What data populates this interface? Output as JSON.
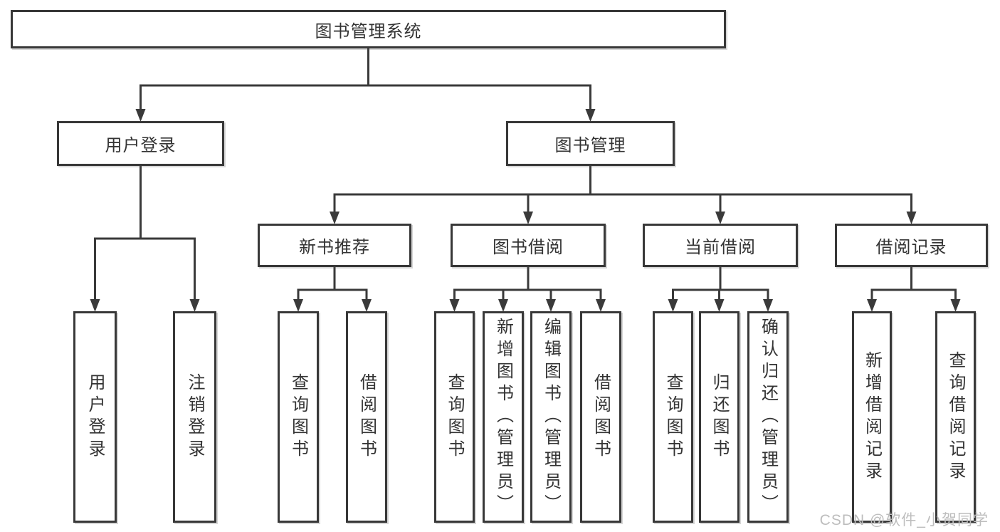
{
  "diagram": {
    "title": "图书管理系统",
    "watermark": "CSDN @软件_小贺同学",
    "line_color": "#3a3a3a",
    "box_border_color": "#383838",
    "text_color": "#333333",
    "watermark_color": "#bdbdbd"
  },
  "nodes": {
    "root": {
      "label": "图书管理系统"
    },
    "userLogin": {
      "label": "用户登录"
    },
    "bookMgmt": {
      "label": "图书管理"
    },
    "newBookRec": {
      "label": "新书推荐"
    },
    "bookBorrow": {
      "label": "图书借阅"
    },
    "currentBorrow": {
      "label": "当前借阅"
    },
    "borrowRecords": {
      "label": "借阅记录"
    },
    "loginLeaf": {
      "label": "用户登录"
    },
    "logoutLeaf": {
      "label": "注销登录"
    },
    "recQuery": {
      "label": "查询图书"
    },
    "recBorrow": {
      "label": "借阅图书"
    },
    "bbQuery": {
      "label": "查询图书"
    },
    "bbAdd": {
      "label": "新增图书（管理员）"
    },
    "bbEdit": {
      "label": "编辑图书（管理员）"
    },
    "bbBorrow": {
      "label": "借阅图书"
    },
    "cbQuery": {
      "label": "查询图书"
    },
    "cbReturn": {
      "label": "归还图书"
    },
    "cbConfirm": {
      "label": "确认归还（管理员）"
    },
    "brAdd": {
      "label": "新增借阅记录"
    },
    "brQuery": {
      "label": "查询借阅记录"
    }
  },
  "edges": [
    [
      "图书管理系统",
      "用户登录"
    ],
    [
      "图书管理系统",
      "图书管理"
    ],
    [
      "用户登录",
      "用户登录"
    ],
    [
      "用户登录",
      "注销登录"
    ],
    [
      "图书管理",
      "新书推荐"
    ],
    [
      "图书管理",
      "图书借阅"
    ],
    [
      "图书管理",
      "当前借阅"
    ],
    [
      "图书管理",
      "借阅记录"
    ],
    [
      "新书推荐",
      "查询图书"
    ],
    [
      "新书推荐",
      "借阅图书"
    ],
    [
      "图书借阅",
      "查询图书"
    ],
    [
      "图书借阅",
      "新增图书（管理员）"
    ],
    [
      "图书借阅",
      "编辑图书（管理员）"
    ],
    [
      "图书借阅",
      "借阅图书"
    ],
    [
      "当前借阅",
      "查询图书"
    ],
    [
      "当前借阅",
      "归还图书"
    ],
    [
      "当前借阅",
      "确认归还（管理员）"
    ],
    [
      "借阅记录",
      "新增借阅记录"
    ],
    [
      "借阅记录",
      "查询借阅记录"
    ]
  ]
}
